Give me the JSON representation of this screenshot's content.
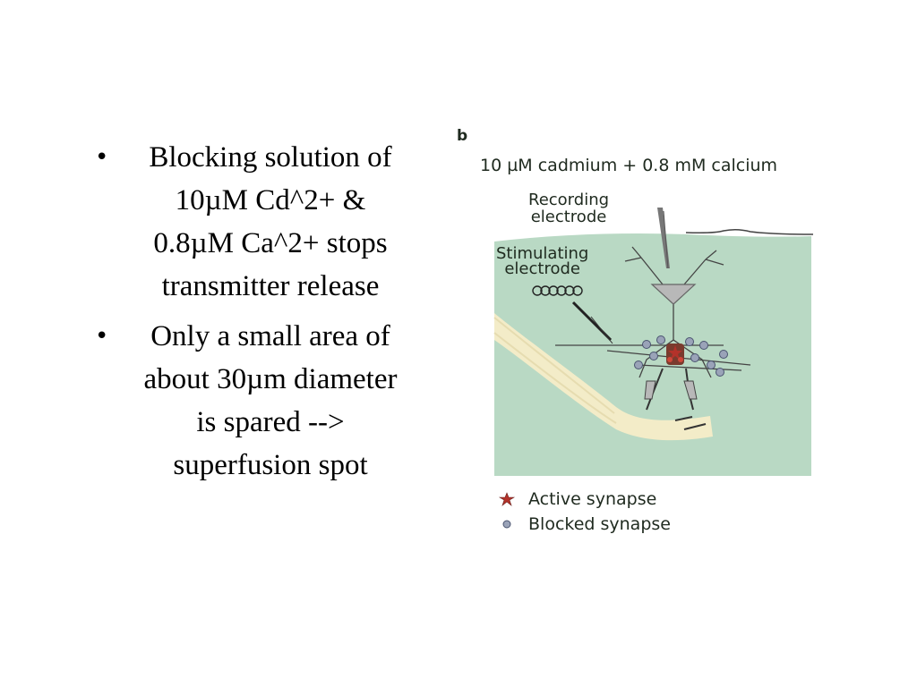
{
  "bullets": [
    {
      "text": "Blocking solution of\n10µM Cd^2+ &\n0.8µM Ca^2+ stops\ntransmitter release"
    },
    {
      "text": "Only a small area of\nabout 30µm diameter\nis spared -->\nsuperfusion spot"
    }
  ],
  "bullet_symbol": "•",
  "figure": {
    "panel_letter": "b",
    "title": "10 µM cadmium + 0.8 mM calcium",
    "recording_label": "Recording\nelectrode",
    "stimulating_label": "Stimulating\nelectrode",
    "legend": {
      "active": "Active synapse",
      "blocked": "Blocked synapse"
    },
    "colors": {
      "bath": "#b9d9c4",
      "spot": "#f3ecc8",
      "active_synapse": "#b3322a",
      "blocked_synapse": "#9aa3b8",
      "neuron": "#b8b8b8"
    }
  }
}
